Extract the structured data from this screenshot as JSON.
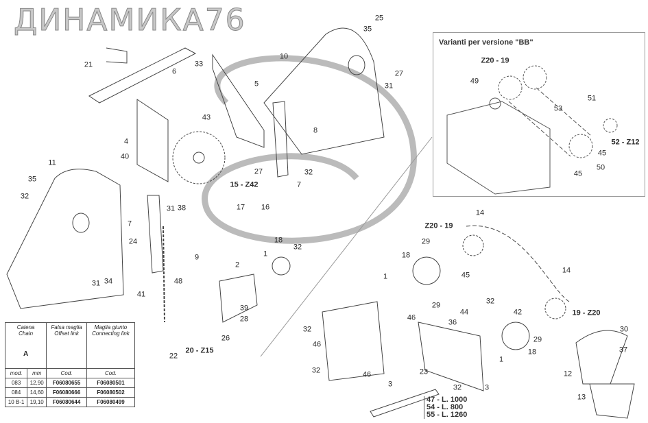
{
  "callouts": [
    "25",
    "35",
    "10",
    "27",
    "31",
    "21",
    "6",
    "33",
    "5",
    "8",
    "43",
    "4",
    "40",
    "27",
    "32",
    "7",
    "15 - Z42",
    "11",
    "35",
    "32",
    "31",
    "38",
    "17",
    "16",
    "7",
    "24",
    "9",
    "18",
    "32",
    "1",
    "2",
    "31",
    "34",
    "41",
    "48",
    "39",
    "28",
    "26",
    "22",
    "20 - Z15",
    "Z20 - 19",
    "14",
    "29",
    "18",
    "1",
    "45",
    "14",
    "29",
    "32",
    "46",
    "42",
    "19 - Z20",
    "32",
    "36",
    "44",
    "29",
    "18",
    "1",
    "46",
    "30",
    "37",
    "12",
    "32",
    "46",
    "23",
    "3",
    "3",
    "32",
    "13"
  ],
  "variants": {
    "title": "Varianti per versione \"BB\"",
    "callouts": [
      "Z20 - 19",
      "49",
      "53",
      "51",
      "45",
      "52 - Z12",
      "50",
      "45"
    ]
  },
  "lengths": [
    "47 - L. 1000",
    "54 - L. 800",
    "55 - L. 1260"
  ],
  "watermark": "ДИНАМИКА76",
  "chain_table": {
    "headers": [
      [
        "Catena",
        "Chain"
      ],
      [
        "Falsa maglia",
        "Offset link"
      ],
      [
        "Maglia giunto",
        "Connecting link"
      ]
    ],
    "dimension_label": "A",
    "subheaders": [
      "mod.",
      "mm",
      "Cod.",
      "Cod."
    ],
    "rows": [
      [
        "083",
        "12,90",
        "F06080655",
        "F06080501"
      ],
      [
        "084",
        "14,60",
        "F06080666",
        "F06080502"
      ],
      [
        "10 B-1",
        "19,10",
        "F06080644",
        "F06080499"
      ]
    ]
  }
}
